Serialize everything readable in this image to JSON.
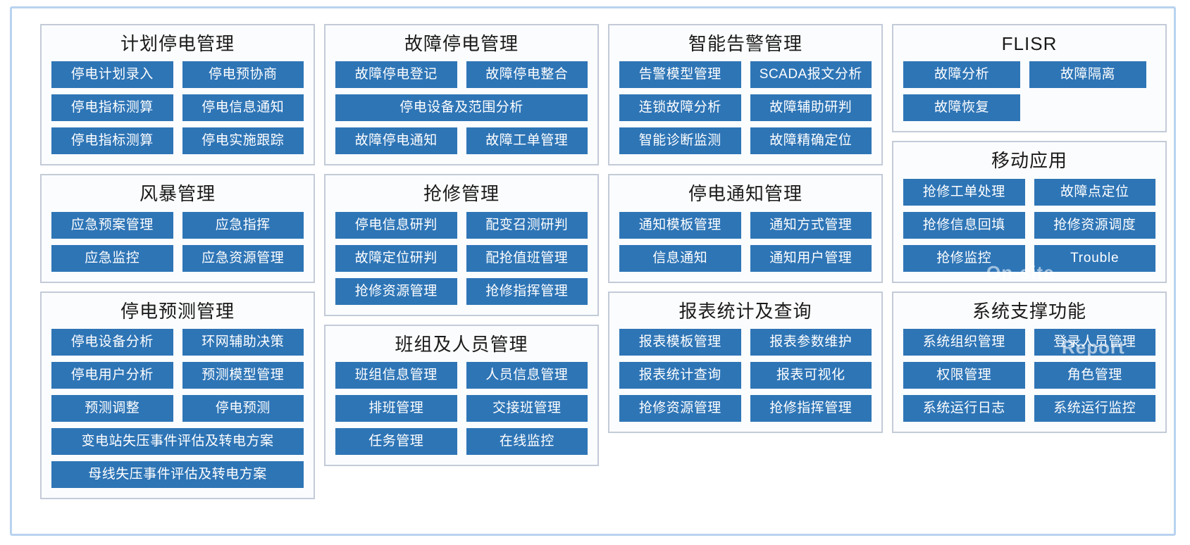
{
  "diagram": {
    "accent_color": "#2e75b6",
    "frame_border_color": "#b9d3ef",
    "panel_border_color": "#c3cbd8",
    "panel_background": "#fbfcfd"
  },
  "overlays": [
    {
      "text": "On-site",
      "name": "overlay-on-site"
    },
    {
      "text": "Report",
      "name": "overlay-report"
    }
  ],
  "columns": [
    {
      "panels": [
        {
          "title": "计划停电管理",
          "rows": [
            [
              "停电计划录入",
              "停电预协商"
            ],
            [
              "停电指标测算",
              "停电信息通知"
            ],
            [
              "停电指标测算",
              "停电实施跟踪"
            ]
          ]
        },
        {
          "title": "风暴管理",
          "rows": [
            [
              "应急预案管理",
              "应急指挥"
            ],
            [
              "应急监控",
              "应急资源管理"
            ]
          ]
        },
        {
          "title": "停电预测管理",
          "rows": [
            [
              "停电设备分析",
              "环网辅助决策"
            ],
            [
              "停电用户分析",
              "预测模型管理"
            ],
            [
              "预测调整",
              "停电预测"
            ],
            [
              "变电站失压事件评估及转电方案"
            ],
            [
              "母线失压事件评估及转电方案"
            ]
          ]
        }
      ]
    },
    {
      "panels": [
        {
          "title": "故障停电管理",
          "rows": [
            [
              "故障停电登记",
              "故障停电整合"
            ],
            [
              "停电设备及范围分析"
            ],
            [
              "故障停电通知",
              "故障工单管理"
            ]
          ]
        },
        {
          "title": "抢修管理",
          "rows": [
            [
              "停电信息研判",
              "配变召测研判"
            ],
            [
              "故障定位研判",
              "配抢值班管理"
            ],
            [
              "抢修资源管理",
              "抢修指挥管理"
            ]
          ]
        },
        {
          "title": "班组及人员管理",
          "rows": [
            [
              "班组信息管理",
              "人员信息管理"
            ],
            [
              "排班管理",
              "交接班管理"
            ],
            [
              "任务管理",
              "在线监控"
            ]
          ]
        }
      ]
    },
    {
      "panels": [
        {
          "title": "智能告警管理",
          "rows": [
            [
              "告警模型管理",
              "SCADA报文分析"
            ],
            [
              "连锁故障分析",
              "故障辅助研判"
            ],
            [
              "智能诊断监测",
              "故障精确定位"
            ]
          ]
        },
        {
          "title": "停电通知管理",
          "rows": [
            [
              "通知模板管理",
              "通知方式管理"
            ],
            [
              "信息通知",
              "通知用户管理"
            ]
          ]
        },
        {
          "title": "报表统计及查询",
          "rows": [
            [
              "报表模板管理",
              "报表参数维护"
            ],
            [
              "报表统计查询",
              "报表可视化"
            ],
            [
              "抢修资源管理",
              "抢修指挥管理"
            ]
          ]
        }
      ]
    },
    {
      "panels": [
        {
          "title": "FLISR",
          "rows": [
            [
              "故障分析",
              "故障隔离"
            ],
            [
              "故障恢复"
            ]
          ]
        },
        {
          "title": "移动应用",
          "rows": [
            [
              "抢修工单处理",
              "故障点定位"
            ],
            [
              "抢修信息回填",
              "抢修资源调度"
            ],
            [
              "抢修监控",
              "Trouble"
            ]
          ]
        },
        {
          "title": "系统支撑功能",
          "rows": [
            [
              "系统组织管理",
              "登录人员管理"
            ],
            [
              "权限管理",
              "角色管理"
            ],
            [
              "系统运行日志",
              "系统运行监控"
            ]
          ]
        }
      ]
    }
  ]
}
